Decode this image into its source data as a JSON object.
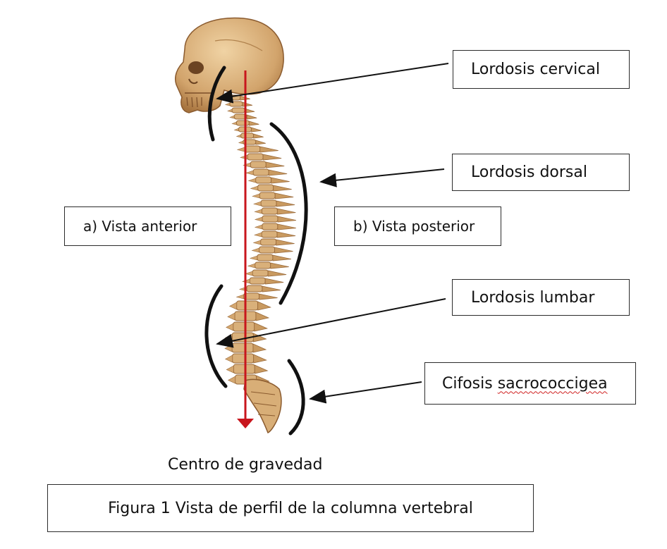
{
  "labels": {
    "cervical": "Lordosis cervical",
    "dorsal": "Lordosis dorsal",
    "anterior": "a) Vista anterior",
    "posterior": "b) Vista posterior",
    "lumbar": "Lordosis lumbar",
    "cifosis_word": "Cifosis",
    "cifosis_term": "sacrococcigea",
    "gravity": "Centro de gravedad"
  },
  "caption": "Figura 1 Vista de perfil de la columna vertebral",
  "colors": {
    "gravity_line": "#c8161d",
    "bone": "#d9b07a",
    "bone_dark": "#9a6a3a",
    "curve": "#111111"
  }
}
